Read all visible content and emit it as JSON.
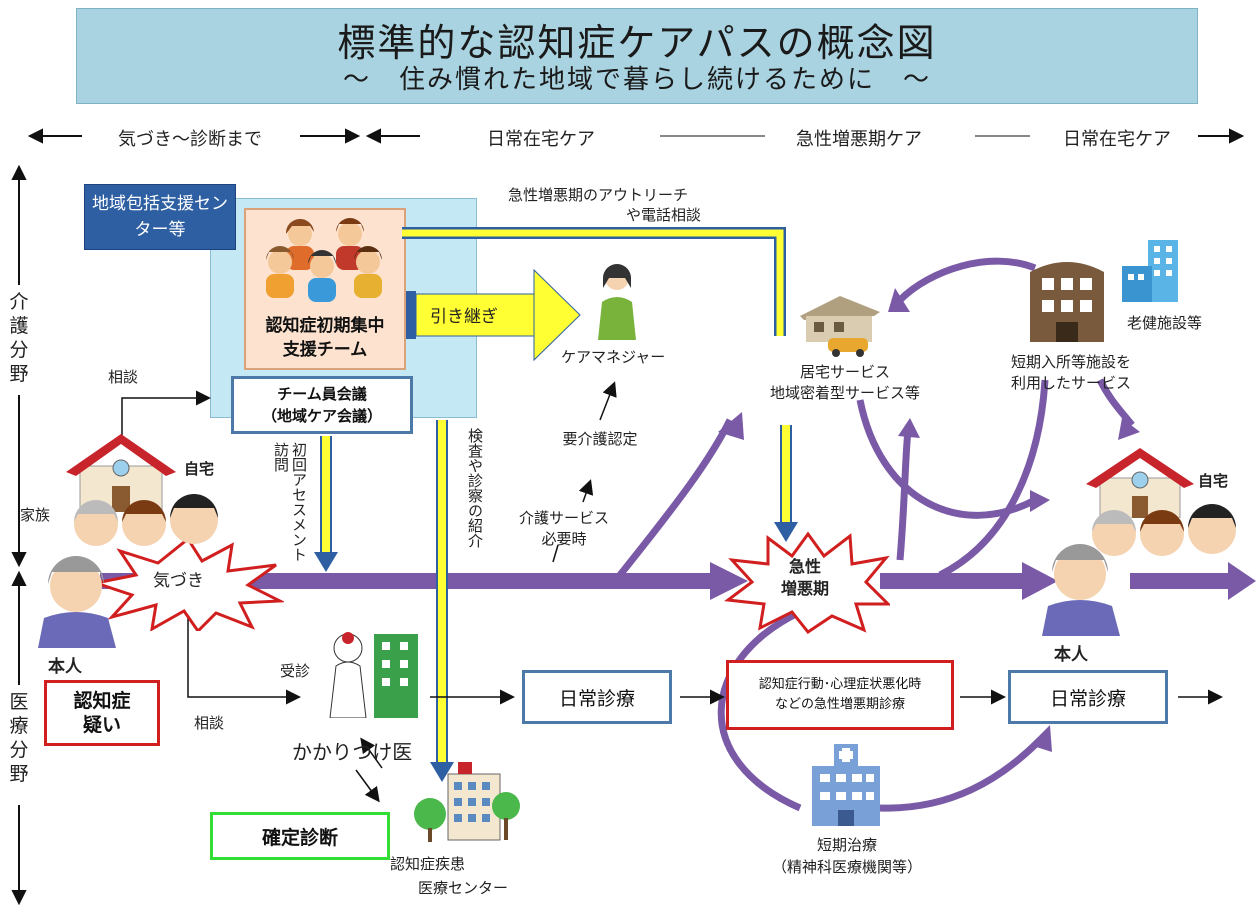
{
  "title": {
    "main": "標準的な認知症ケアパスの概念図",
    "sub": "～　住み慣れた地域で暮らし続けるために　～"
  },
  "phases": {
    "awareness": "気づき～診断まで",
    "daily_home_care_1": "日常在宅ケア",
    "acute": "急性増悪期ケア",
    "daily_home_care_2": "日常在宅ケア"
  },
  "side_labels": {
    "care": "介護分野",
    "medical": "医療分野"
  },
  "center_label": "地域包括支援センター等",
  "team": {
    "name_line1": "認知症初期集中",
    "name_line2": "支援チーム",
    "meeting_line1": "チーム員会議",
    "meeting_line2": "（地域ケア会議）"
  },
  "labels": {
    "consult_top": "相談",
    "consult_bottom": "相談",
    "handover": "引き継ぎ",
    "care_manager": "ケアマネジャー",
    "outreach_line1": "急性増悪期のアウトリーチ",
    "outreach_line2": "や電話相談",
    "home_service_line1": "居宅サービス",
    "home_service_line2": "地域密着型サービス等",
    "short_stay_line1": "短期入所等施設を",
    "short_stay_line2": "利用したサービス",
    "elderly_facility": "老健施設等",
    "home_left": "自宅",
    "home_right": "自宅",
    "family": "家族",
    "initial_assessment": "初回アセスメント訪問",
    "exam_referral": "検査や診察の紹介",
    "care_cert": "要介護認定",
    "care_service_line1": "介護サービス",
    "care_service_line2": "必要時",
    "notice": "気づき",
    "acute_line1": "急性",
    "acute_line2": "増悪期",
    "person_left": "本人",
    "person_right": "本人",
    "suspected_line1": "認知症",
    "suspected_line2": "疑い",
    "visit": "受診",
    "family_doctor": "かかりつけ医",
    "definitive_diagnosis": "確定診断",
    "dementia_center_line1": "認知症疾患",
    "dementia_center_line2": "医療センター",
    "daily_care_1": "日常診療",
    "daily_care_2": "日常診療",
    "acute_care_line1": "認知症行動･心理症状悪化時",
    "acute_care_line2": "などの急性増悪期診療",
    "short_treatment_line1": "短期治療",
    "short_treatment_line2": "（精神科医療機関等）"
  },
  "colors": {
    "title_bg": "#a9d3e0",
    "main_arrow": "#7a5aa6",
    "handover_arrow": "#ffff33",
    "blue_border": "#4d79a8",
    "red_border": "#d11f1f",
    "green_border": "#33dd33",
    "center_bg": "#c4e8f4",
    "team_bg": "#fde3cf"
  },
  "icons": [
    "team-people-icon",
    "care-manager-icon",
    "house-car-icon",
    "facility-building-icon",
    "city-building-icon",
    "home-icon",
    "family-faces-icon",
    "person-icon",
    "doctor-icon",
    "hospital-trees-icon",
    "clinic-icon",
    "starburst-icon"
  ]
}
